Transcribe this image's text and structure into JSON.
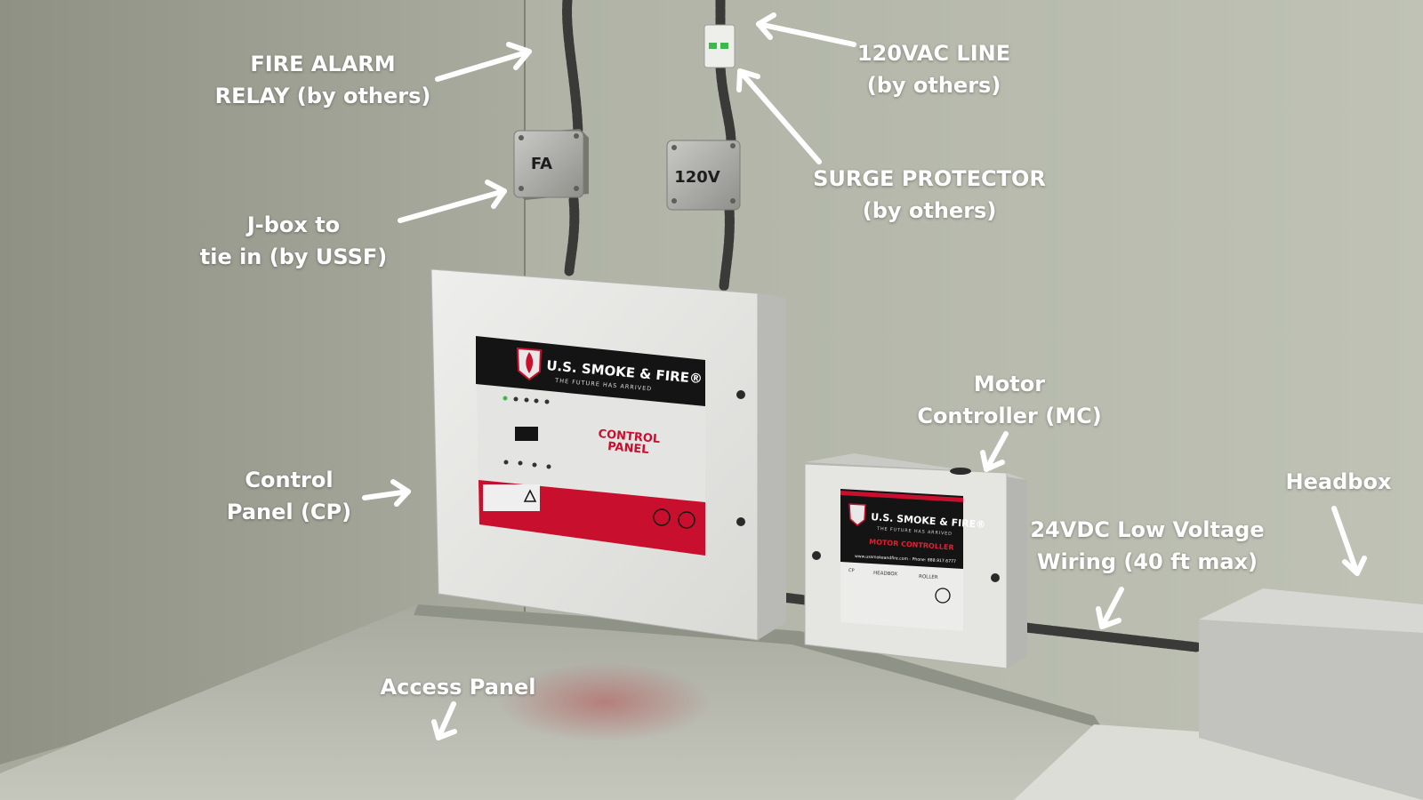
{
  "labels": {
    "fire_alarm_relay": [
      "FIRE ALARM",
      "RELAY (by others)"
    ],
    "line_120vac": [
      "120VAC LINE",
      "(by others)"
    ],
    "surge_protector": [
      "SURGE PROTECTOR",
      "(by others)"
    ],
    "jbox": [
      "J-box to",
      "tie in (by USSF)"
    ],
    "control_panel": [
      "Control",
      "Panel (CP)"
    ],
    "motor_controller": [
      "Motor",
      "Controller (MC)"
    ],
    "headbox": [
      "Headbox"
    ],
    "low_voltage": [
      "24VDC Low Voltage",
      "Wiring (40 ft max)"
    ],
    "access_panel": [
      "Access Panel"
    ]
  },
  "jbox_text": {
    "fa": "FA",
    "v120": "120V"
  },
  "cp_panel": {
    "brand": "U.S. SMOKE & FIRE®",
    "tagline": "THE FUTURE HAS ARRIVED",
    "title_line1": "CONTROL",
    "title_line2": "PANEL"
  },
  "mc_panel": {
    "brand": "U.S. SMOKE & FIRE®",
    "tagline": "THE FUTURE HAS ARRIVED",
    "title": "MOTOR CONTROLLER",
    "site": "www.ussmokeandfire.com - Phone: 888.917.6777",
    "cp": "CP",
    "headbox": "HEADBOX",
    "roller": "ROLLER"
  },
  "colors": {
    "brand_red": "#c8102e",
    "brand_black": "#141414",
    "label_white": "#ffffff"
  }
}
